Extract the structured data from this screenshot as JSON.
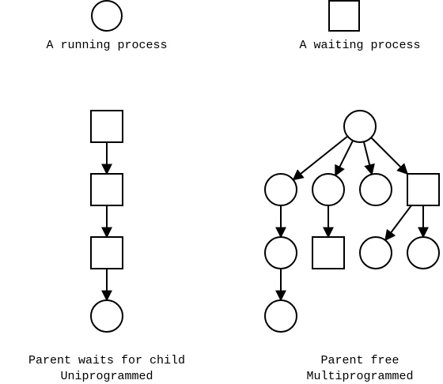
{
  "legend": {
    "running_label": "A running process",
    "waiting_label": "A waiting process"
  },
  "left_diagram": {
    "caption_line1": "Parent waits for child",
    "caption_line2": "Uniprogrammed",
    "nodes": [
      {
        "id": "L1",
        "kind": "waiting"
      },
      {
        "id": "L2",
        "kind": "waiting"
      },
      {
        "id": "L3",
        "kind": "waiting"
      },
      {
        "id": "L4",
        "kind": "running"
      }
    ],
    "edges": [
      [
        "L1",
        "L2"
      ],
      [
        "L2",
        "L3"
      ],
      [
        "L3",
        "L4"
      ]
    ]
  },
  "right_diagram": {
    "caption_line1": "Parent free",
    "caption_line2": "Multiprogrammed",
    "nodes": [
      {
        "id": "R0",
        "kind": "running"
      },
      {
        "id": "R1",
        "kind": "running"
      },
      {
        "id": "R2",
        "kind": "running"
      },
      {
        "id": "R3",
        "kind": "running"
      },
      {
        "id": "R4",
        "kind": "waiting"
      },
      {
        "id": "R5",
        "kind": "running"
      },
      {
        "id": "R6",
        "kind": "running"
      },
      {
        "id": "R7",
        "kind": "waiting"
      },
      {
        "id": "R8",
        "kind": "running"
      },
      {
        "id": "R9",
        "kind": "running"
      },
      {
        "id": "R10",
        "kind": "running"
      }
    ],
    "edges": [
      [
        "R0",
        "R1"
      ],
      [
        "R0",
        "R2"
      ],
      [
        "R0",
        "R3"
      ],
      [
        "R0",
        "R4"
      ],
      [
        "R1",
        "R5"
      ],
      [
        "R5",
        "R6"
      ],
      [
        "R2",
        "R7"
      ],
      [
        "R4",
        "R8"
      ],
      [
        "R4",
        "R9"
      ]
    ]
  }
}
